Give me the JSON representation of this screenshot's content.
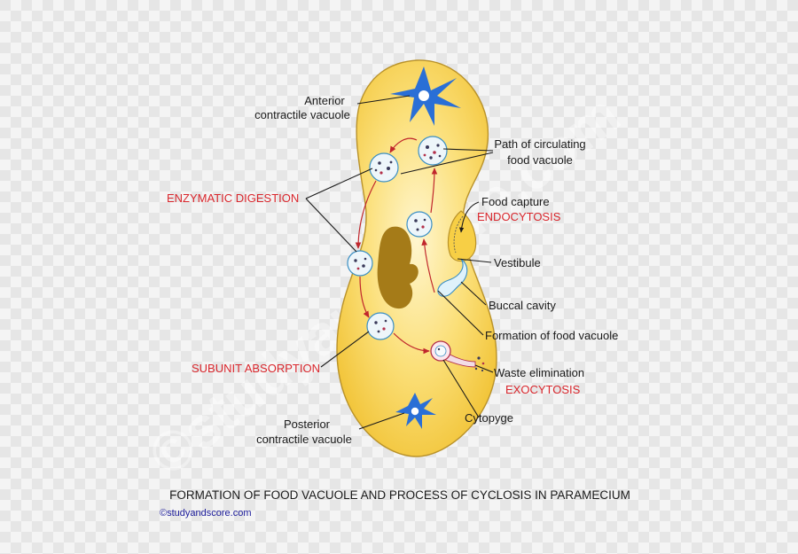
{
  "labels": {
    "anterior_line1": "Anterior",
    "anterior_line2": "contractile vacuole",
    "path_line1": "Path of circulating",
    "path_line2": "food vacuole",
    "enzymatic": "ENZYMATIC DIGESTION",
    "food_capture": "Food capture",
    "endocytosis": "ENDOCYTOSIS",
    "vestibule": "Vestibule",
    "buccal": "Buccal cavity",
    "formation": "Formation of food vacuole",
    "subunit": "SUBUNIT ABSORPTION",
    "waste": "Waste elimination",
    "exocytosis": "EXOCYTOSIS",
    "cytopyge": "Cytopyge",
    "posterior_line1": "Posterior",
    "posterior_line2": "contractile vacuole"
  },
  "caption": "FORMATION OF FOOD VACUOLE AND PROCESS OF CYCLOSIS IN PARAMECIUM",
  "credit": "©studyandscore.com",
  "watermark": "©studyandscore.com",
  "colors": {
    "cell_fill": "#f7cf45",
    "cell_outline": "#b9922a",
    "contractile_vacuole": "#2a6fd6",
    "nucleus": "#a57b18",
    "highlight_label": "#d9262c",
    "flow_arrow": "#c0262c"
  }
}
